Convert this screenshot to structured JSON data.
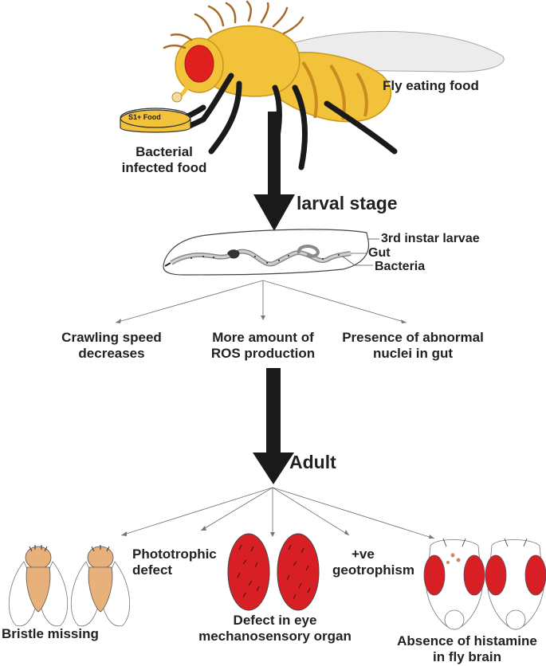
{
  "top": {
    "food_dish_label": "S1+ Food",
    "bacterial_food_line1": "Bacterial",
    "bacterial_food_line2": "infected food",
    "fly_eating_label": "Fly eating food"
  },
  "larval": {
    "stage_label": "larval stage",
    "instar_label": "3rd instar larvae",
    "gut_label": "Gut",
    "bacteria_label": "Bacteria",
    "effects": [
      {
        "line1": "Crawling speed",
        "line2": "decreases"
      },
      {
        "line1": "More amount of",
        "line2": "ROS production"
      },
      {
        "line1": "Presence of abnormal",
        "line2": "nuclei in gut"
      }
    ]
  },
  "adult": {
    "stage_label": "Adult",
    "effects": {
      "bristle": "Bristle missing",
      "phototrophic_line1": "Phototrophic",
      "phototrophic_line2": "defect",
      "eye_defect_line1": "Defect in eye",
      "eye_defect_line2": "mechanosensory organ",
      "geotropism_line1": "+ve",
      "geotropism_line2": "geotrophism",
      "histamine_line1": "Absence of histamine",
      "histamine_line2": "in fly brain"
    }
  },
  "colors": {
    "fly_body": "#f2c23a",
    "fly_eye": "#e0201e",
    "legs": "#1a1a1a",
    "bristle": "#a86a2a",
    "eye_red": "#d81f26",
    "adult_body": "#e8b07a",
    "arrow": "#1a1a1a"
  }
}
